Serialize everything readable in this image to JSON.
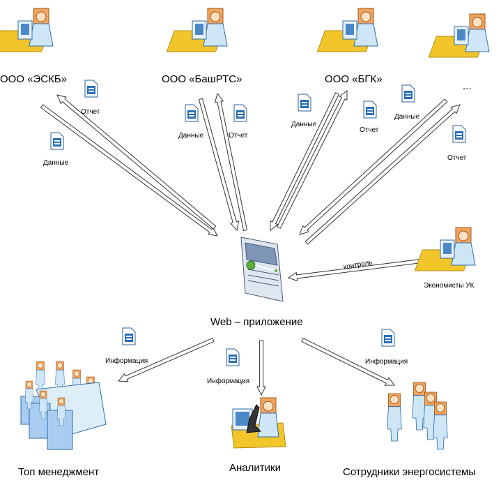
{
  "nodes": {
    "eskb": "ООО «ЭСКБ»",
    "bashrts": "ООО «БашРТС»",
    "bgk": "ООО «БГК»",
    "more": "...",
    "web_app": "Web – приложение",
    "economists": "Экономисты УК",
    "top_management": "Топ менеджмент",
    "analysts": "Аналитики",
    "staff": "Сотрудники энергосистемы"
  },
  "flow_labels": {
    "eskb_report": "Отчет",
    "eskb_data": "Данные",
    "bashrts_data": "Данные",
    "bashrts_report": "Отчет",
    "bgk_data": "Данные",
    "bgk_report": "Отчет",
    "more_data": "Данные",
    "more_report": "Отчет",
    "control": "контроль",
    "info_top": "Информация",
    "info_analysts": "Информация",
    "info_staff": "Информация"
  },
  "colors": {
    "arrow_stroke": "#333333",
    "arrow_fill": "#ffffff",
    "person": "#4a90c8",
    "head": "#f0a060",
    "desk": "#f0c020",
    "doc": "#2a6fb8"
  }
}
